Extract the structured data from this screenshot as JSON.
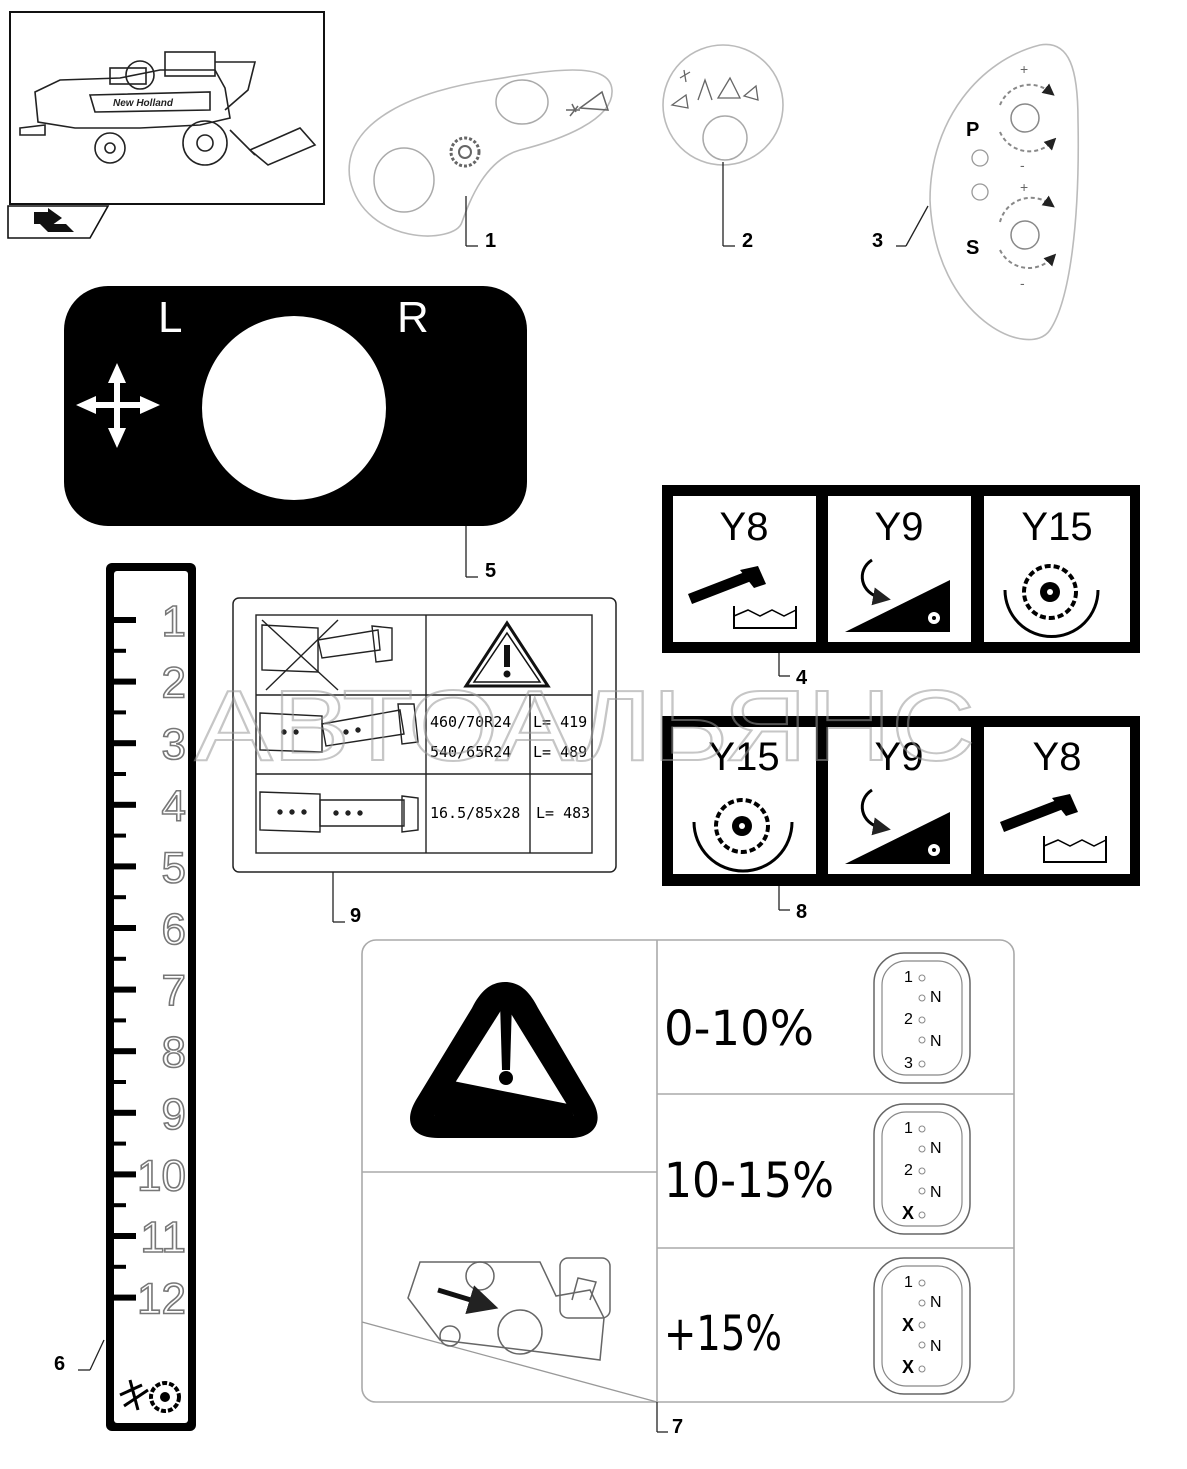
{
  "header": {
    "machine_brand": "New Holland",
    "nav_icon": "flip-page-arrow-icon"
  },
  "callouts": [
    "1",
    "2",
    "3",
    "4",
    "5",
    "6",
    "7",
    "8",
    "9"
  ],
  "decal_3": {
    "label_p": "P",
    "label_s": "S",
    "plus": "+",
    "minus": "-"
  },
  "decal_5": {
    "label_left": "L",
    "label_right": "R"
  },
  "decal_4": {
    "cells": [
      "Y8",
      "Y9",
      "Y15"
    ]
  },
  "decal_8": {
    "cells": [
      "Y15",
      "Y9",
      "Y8"
    ]
  },
  "decal_9": {
    "rows": [
      {
        "tire": "460/70R24",
        "length": "L= 419"
      },
      {
        "tire": "540/65R24",
        "length": "L= 489"
      },
      {
        "tire": "16.5/85x28",
        "length": "L= 483"
      }
    ]
  },
  "decal_6": {
    "scale": [
      "1",
      "2",
      "3",
      "4",
      "5",
      "6",
      "7",
      "8",
      "9",
      "10",
      "11",
      "12"
    ]
  },
  "decal_7": {
    "slopes": [
      "0-10%",
      "10-15%",
      "+15%"
    ],
    "gear_n": "N",
    "gear_x": "X",
    "gears": [
      "1",
      "2",
      "3"
    ]
  },
  "watermark": "АВТОАЛЬЯНС"
}
